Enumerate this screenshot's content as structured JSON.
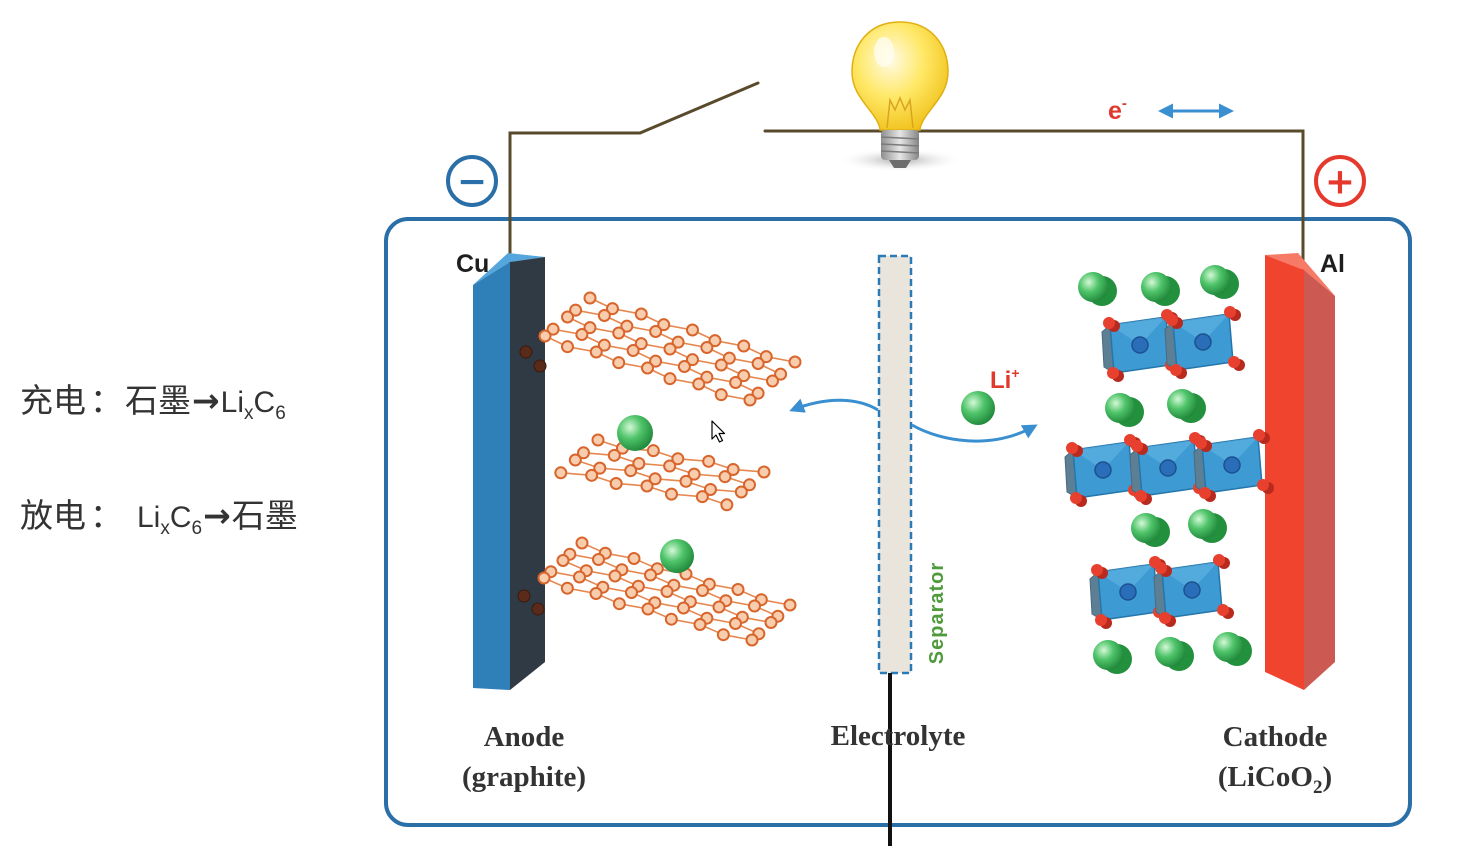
{
  "notes": {
    "charge": {
      "label": "充电",
      "colon": "：",
      "reactant": "石墨",
      "arrow": "→",
      "product_li": "Li",
      "product_x": "x",
      "product_c": "C",
      "product_6": "6"
    },
    "discharge": {
      "label": "放电",
      "colon": "：",
      "reactant_li": "Li",
      "reactant_x": "x",
      "reactant_c": "C",
      "reactant_6": "6",
      "arrow": "→",
      "product": "石墨"
    }
  },
  "diagram": {
    "terminals": {
      "negative": "−",
      "positive": "+"
    },
    "electron": {
      "symbol": "e",
      "charge": "-"
    },
    "current_collectors": {
      "anode": "Cu",
      "cathode": "Al"
    },
    "ion": {
      "symbol": "Li",
      "charge": "+"
    },
    "separator": "Separator",
    "anode": {
      "name": "Anode",
      "material": "(graphite)"
    },
    "electrolyte": "Electrolyte",
    "cathode": {
      "name": "Cathode",
      "material_prefix": "(LiCoO",
      "material_subscript": "2",
      "material_suffix": ")"
    }
  },
  "icons": {
    "bulb": "light-bulb-icon",
    "cursor": "mouse-cursor-icon"
  },
  "colors": {
    "container": "#2b6fa8",
    "wire": "#5a4a2c",
    "negative_terminal": "#2b6fa8",
    "positive_terminal": "#e6392d",
    "electron_label": "#e0392b",
    "ion_label": "#e0392b",
    "flow_arrow": "#3a8fd0",
    "separator_label": "#4f9a3d",
    "carbon": "#d8652c",
    "anode_plate": "#2f7fb8",
    "cathode_plate": "#f0442e",
    "cobalt_oxide": "#3d9ad2",
    "oxygen": "#e8402e",
    "label_text": "#333333"
  }
}
